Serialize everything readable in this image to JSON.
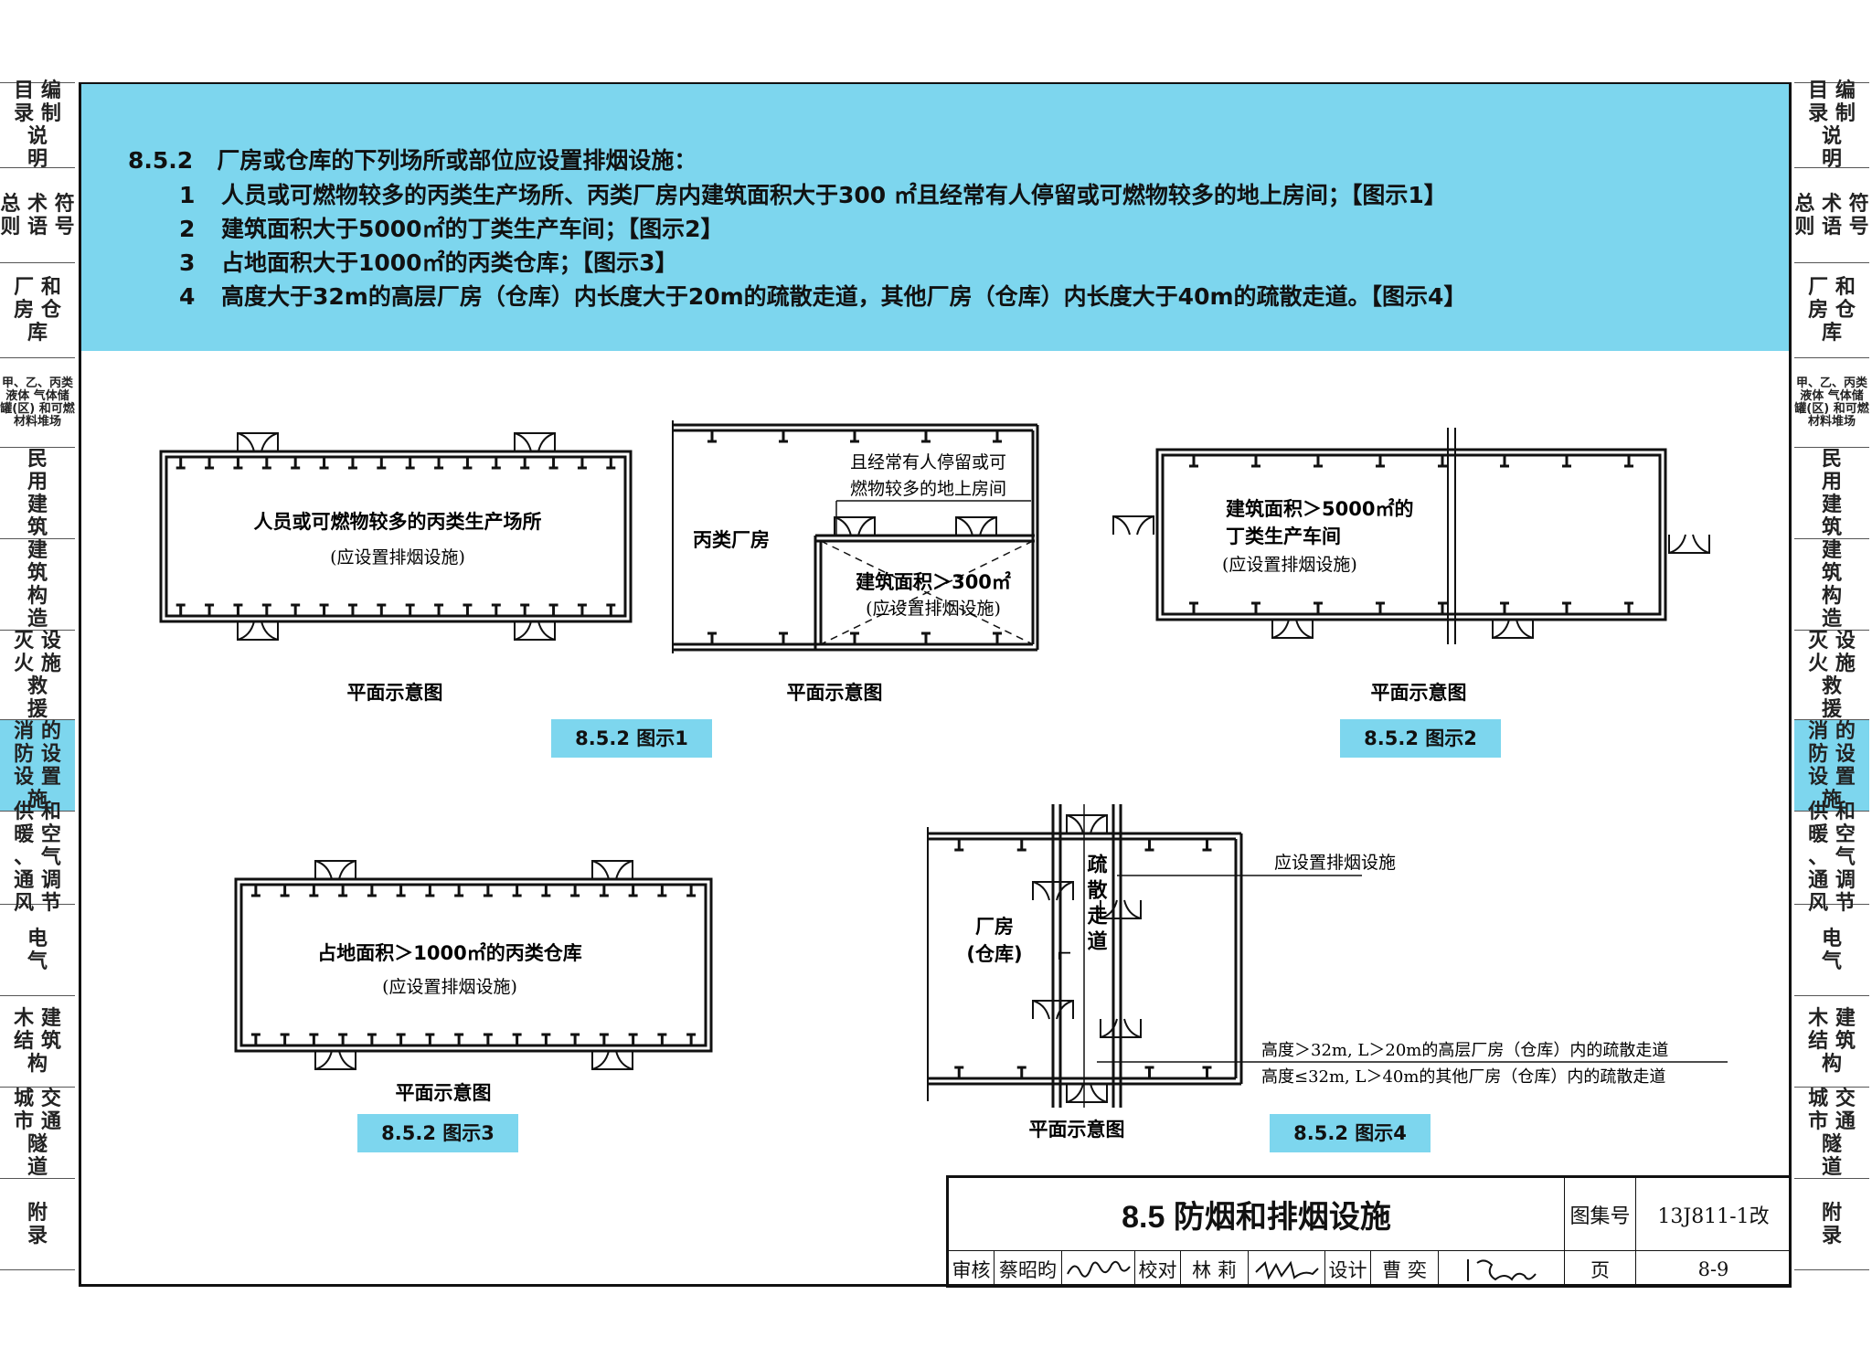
{
  "left_tabs": [
    {
      "label": "目 编\n录 制\n  说\n  明"
    },
    {
      "label": "总 术 符\n则 语 号"
    },
    {
      "label": "厂 和\n房 仓\n  库"
    },
    {
      "label": "甲、乙、丙类液体 气体储罐(区) 和可燃材料堆场"
    },
    {
      "label": "民\n用\n建\n筑"
    },
    {
      "label": "建\n筑\n构\n造"
    },
    {
      "label": "灭 设\n火 施\n救\n援"
    },
    {
      "label": "消 的\n防 设\n设 置\n施"
    },
    {
      "label": "供 和\n暖 空\n、 气\n通 调\n风 节"
    },
    {
      "label": "电\n气"
    },
    {
      "label": "木 建\n结 筑\n构"
    },
    {
      "label": "城 交\n市 通\n  隧\n  道"
    },
    {
      "label": "附\n录"
    }
  ],
  "right_tabs": [
    {
      "label": "目 编\n录 制\n  说\n  明"
    },
    {
      "label": "总 术 符\n则 语 号"
    },
    {
      "label": "厂 和\n房 仓\n  库"
    },
    {
      "label": "甲、乙、丙类液体 气体储罐(区) 和可燃材料堆场"
    },
    {
      "label": "民\n用\n建\n筑"
    },
    {
      "label": "建\n筑\n构\n造"
    },
    {
      "label": "灭 设\n火 施\n救\n援"
    },
    {
      "label": "消 的\n防 设\n设 置\n施"
    },
    {
      "label": "供 和\n暖 空\n、 气\n通 调\n风 节"
    },
    {
      "label": "电\n气"
    },
    {
      "label": "木 建\n结 筑\n构"
    },
    {
      "label": "城 交\n市 通\n  隧\n  道"
    },
    {
      "label": "附\n录"
    }
  ],
  "active_tab_index": 7,
  "clause": {
    "number": "8.5.2",
    "text": "厂房或仓库的下列场所或部位应设置排烟设施：",
    "items": [
      {
        "n": "1",
        "text": "人员或可燃物较多的丙类生产场所、丙类厂房内建筑面积大于300 ㎡且经常有人停留或可燃物较多的地上房间；【图示1】"
      },
      {
        "n": "2",
        "text": "建筑面积大于5000㎡的丁类生产车间；【图示2】"
      },
      {
        "n": "3",
        "text": "占地面积大于1000㎡的丙类仓库；【图示3】"
      },
      {
        "n": "4",
        "text": "高度大于32m的高层厂房（仓库）内长度大于20m的疏散走道，其他厂房（仓库）内长度大于40m的疏散走道。【图示4】"
      }
    ]
  },
  "diagrams": {
    "d1a": {
      "line1": "人员或可燃物较多的丙类生产场所",
      "line2": "(应设置排烟设施)",
      "caption": "平面示意图"
    },
    "d1b": {
      "factory": "丙类厂房",
      "note1": "且经常有人停留或可",
      "note2": "燃物较多的地上房间",
      "room1": "建筑面积＞300㎡",
      "room2": "(应设置排烟设施)",
      "caption": "平面示意图"
    },
    "d2": {
      "line1": "建筑面积＞5000㎡的",
      "line2": "丁类生产车间",
      "line3": "(应设置排烟设施)",
      "caption": "平面示意图"
    },
    "d3": {
      "line1": "占地面积＞1000㎡的丙类仓库",
      "line2": "(应设置排烟设施)",
      "caption": "平面示意图"
    },
    "d4": {
      "factory1": "厂房",
      "factory2": "(仓库)",
      "corridor": "疏散走道",
      "length_mark": "L",
      "note": "应设置排烟设施",
      "cond1": "高度＞32m, L＞20m的高层厂房（仓库）内的疏散走道",
      "cond2": "高度≤32m, L＞40m的其他厂房（仓库）内的疏散走道",
      "caption": "平面示意图"
    }
  },
  "figure_captions": {
    "fig1": "8.5.2 图示1",
    "fig2": "8.5.2 图示2",
    "fig3": "8.5.2 图示3",
    "fig4": "8.5.2 图示4"
  },
  "title_block": {
    "title": "8.5  防烟和排烟设施",
    "atlas_label": "图集号",
    "atlas_no": "13J811-1改",
    "review_label": "审核",
    "reviewer": "蔡昭昀",
    "check_label": "校对",
    "checker": "林  莉",
    "design_label": "设计",
    "designer": "曹  奕",
    "page_label": "页",
    "page_no": "8-9"
  },
  "colors": {
    "accent": "#7dd6ee",
    "line": "#111111"
  }
}
